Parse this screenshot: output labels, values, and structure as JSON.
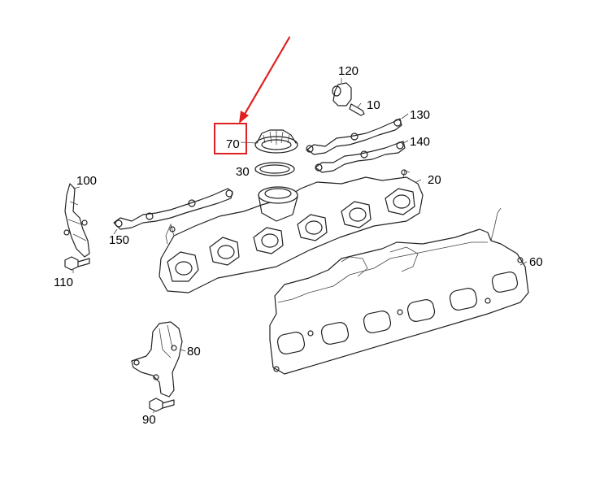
{
  "labels": {
    "p10": "10",
    "p20": "20",
    "p30": "30",
    "p60": "60",
    "p70": "70",
    "p80": "80",
    "p90": "90",
    "p100": "100",
    "p110": "110",
    "p120": "120",
    "p130": "130",
    "p140": "140",
    "p150": "150"
  },
  "colors": {
    "highlight": "#e02020",
    "line": "#222222"
  }
}
